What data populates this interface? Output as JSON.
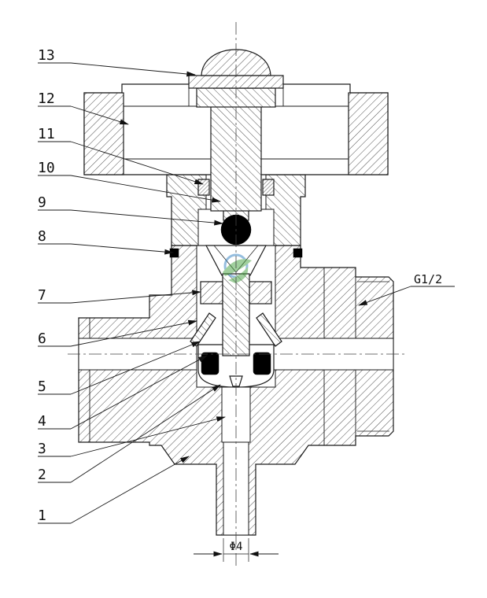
{
  "drawing": {
    "callouts": [
      {
        "label": "13"
      },
      {
        "label": "12"
      },
      {
        "label": "11"
      },
      {
        "label": "10"
      },
      {
        "label": "9"
      },
      {
        "label": "8"
      },
      {
        "label": "7"
      },
      {
        "label": "6"
      },
      {
        "label": "5"
      },
      {
        "label": "4"
      },
      {
        "label": "3"
      },
      {
        "label": "2"
      },
      {
        "label": "1"
      }
    ],
    "annotations": {
      "thread_label": "G1/2",
      "outlet_diameter_label": "Φ4"
    }
  },
  "colors": {
    "line": "#1a1a1a",
    "background": "#ffffff",
    "seal": "#000000",
    "watermark_blue": "#2f7fc1",
    "watermark_green": "#44a13d"
  }
}
